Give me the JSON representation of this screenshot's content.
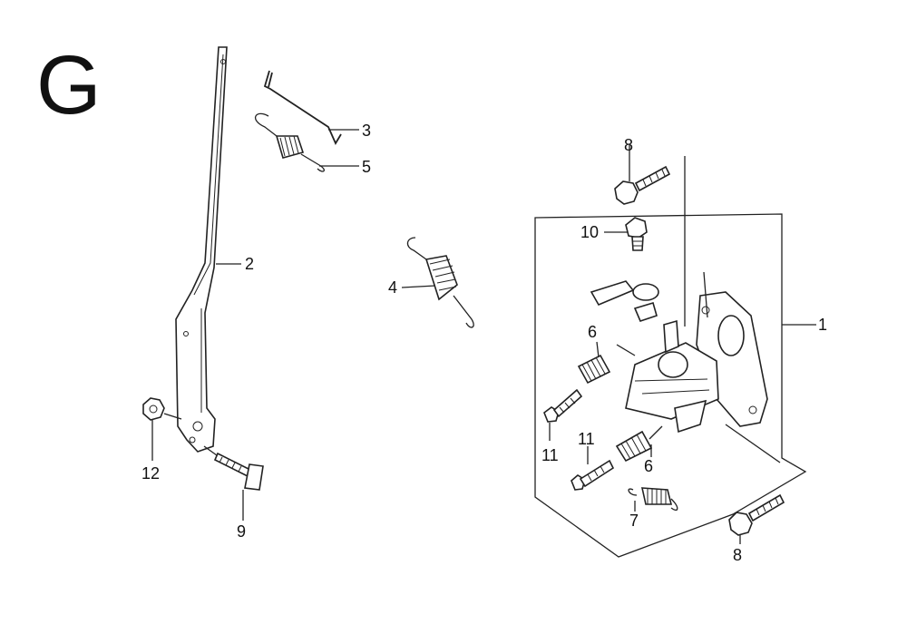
{
  "section_letter": "G",
  "callouts": {
    "c1": "1",
    "c2": "2",
    "c3": "3",
    "c4": "4",
    "c5": "5",
    "c6a": "6",
    "c6b": "6",
    "c7": "7",
    "c8a": "8",
    "c8b": "8",
    "c9": "9",
    "c10": "10",
    "c11a": "11",
    "c11b": "11",
    "c12": "12"
  }
}
